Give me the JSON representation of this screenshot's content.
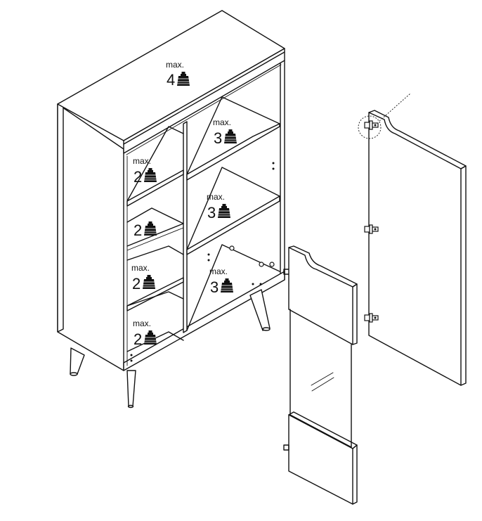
{
  "max_word": "max.",
  "weight_icon": "weight-icon",
  "load_labels": [
    {
      "id": "top",
      "value": "4"
    },
    {
      "id": "right-upper",
      "value": "3"
    },
    {
      "id": "right-middle",
      "value": "3"
    },
    {
      "id": "right-lower",
      "value": "3"
    },
    {
      "id": "left-1",
      "value": "2"
    },
    {
      "id": "left-2-glass",
      "value": "2"
    },
    {
      "id": "left-3",
      "value": "2"
    },
    {
      "id": "left-4",
      "value": "2"
    }
  ],
  "colors": {
    "line": "#111111",
    "background": "#ffffff"
  }
}
